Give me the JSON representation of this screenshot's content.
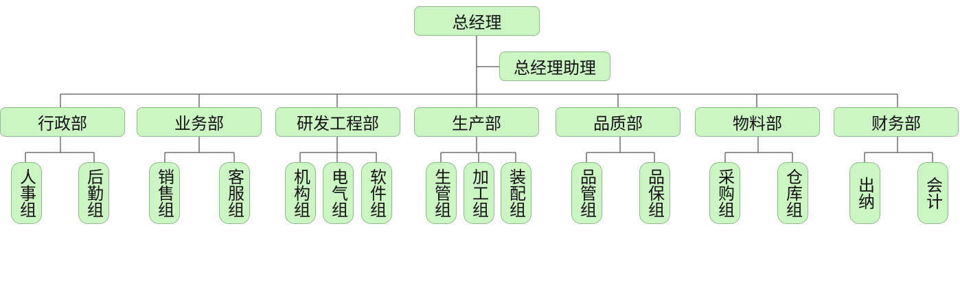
{
  "colors": {
    "box_fill": "#ccf5c4",
    "box_border": "#8fb98a",
    "line": "#555555"
  },
  "root": {
    "label": "总经理"
  },
  "assistant": {
    "label": "总经理助理"
  },
  "departments": [
    {
      "label": "行政部",
      "teams": [
        "人事组",
        "后勤组"
      ]
    },
    {
      "label": "业务部",
      "teams": [
        "销售组",
        "客服组"
      ]
    },
    {
      "label": "研发工程部",
      "teams": [
        "机构组",
        "电气组",
        "软件组"
      ]
    },
    {
      "label": "生产部",
      "teams": [
        "生管组",
        "加工组",
        "装配组"
      ]
    },
    {
      "label": "品质部",
      "teams": [
        "品管组",
        "品保组"
      ]
    },
    {
      "label": "物料部",
      "teams": [
        "采购组",
        "仓库组"
      ]
    },
    {
      "label": "财务部",
      "teams": [
        "出纳",
        "会计"
      ]
    }
  ]
}
